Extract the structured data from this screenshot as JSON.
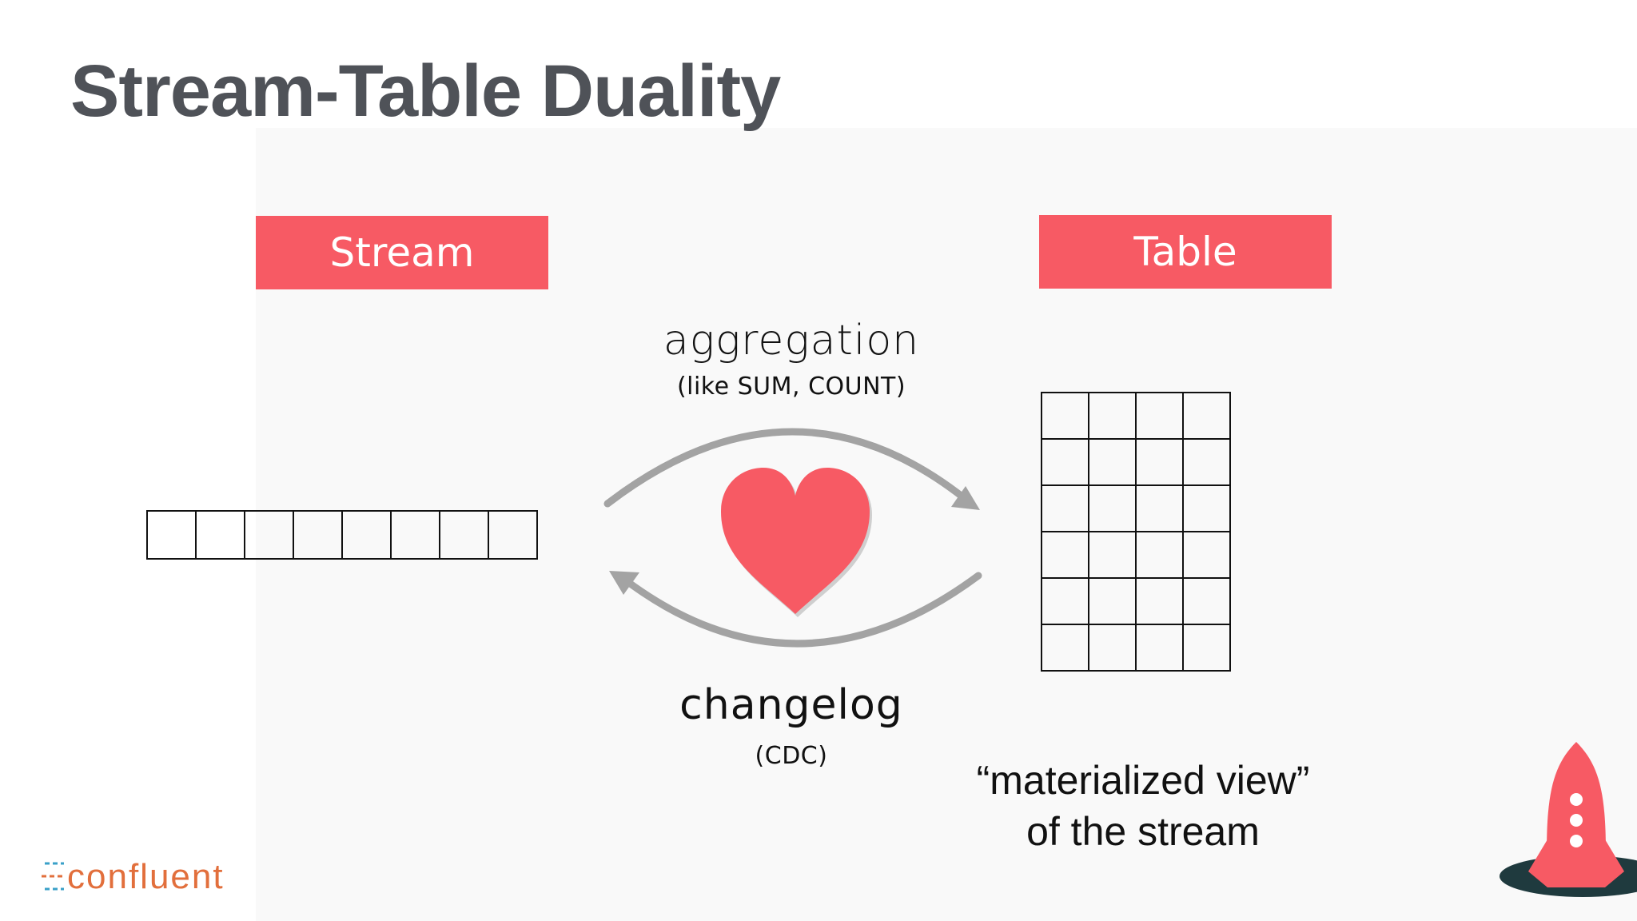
{
  "slide": {
    "title": "Stream-Table Duality",
    "stream_label": "Stream",
    "table_label": "Table",
    "aggregation": "aggregation",
    "aggregation_note": "(like SUM, COUNT)",
    "changelog": "changelog",
    "changelog_note": "(CDC)",
    "materialized_line1": "“materialized view”",
    "materialized_line2": "of the stream"
  },
  "diagram": {
    "stream_cells": 8,
    "table_rows": 6,
    "table_cols": 4
  },
  "logo": {
    "wordmark": "confluent"
  },
  "icons": {
    "center": "heart-icon",
    "corner": "rocket-icon"
  },
  "colors": {
    "accent": "#f75a64",
    "title": "#4f5258",
    "arrow": "#a3a3a3",
    "logo_orange": "#e26f3c",
    "logo_blue": "#3aa0c8",
    "hole": "#1f3a3e"
  }
}
